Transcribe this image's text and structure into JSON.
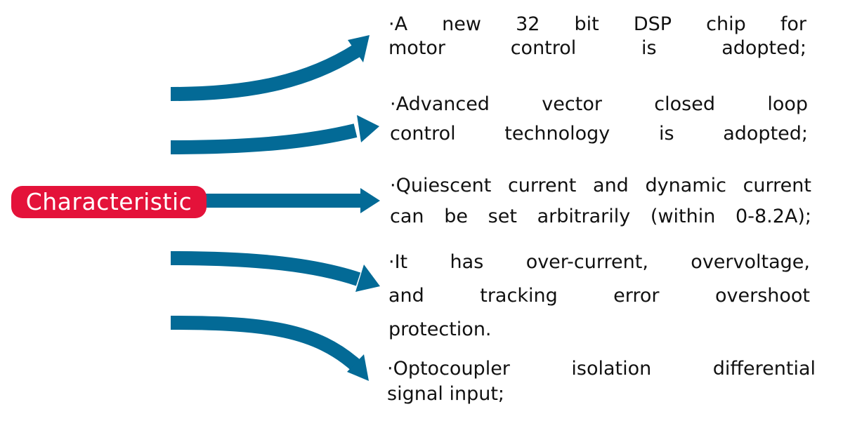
{
  "center_label": "Characteristic",
  "colors": {
    "arrow": "#036a96",
    "badge": "#e4123a",
    "badge_text": "#ffffff",
    "text": "#111111"
  },
  "items": [
    {
      "lines": [
        "·A new 32 bit DSP chip for",
        "motor control is adopted;"
      ]
    },
    {
      "lines": [
        "·Advanced vector closed loop",
        "control technology is adopted;"
      ]
    },
    {
      "lines": [
        "·Quiescent current and dynamic current",
        "can be set arbitrarily (within 0-8.2A);"
      ]
    },
    {
      "lines": [
        "·It has over-current, overvoltage,",
        "and tracking error overshoot",
        "protection."
      ]
    },
    {
      "lines": [
        "·Optocoupler isolation differential",
        "signal input;"
      ]
    }
  ]
}
